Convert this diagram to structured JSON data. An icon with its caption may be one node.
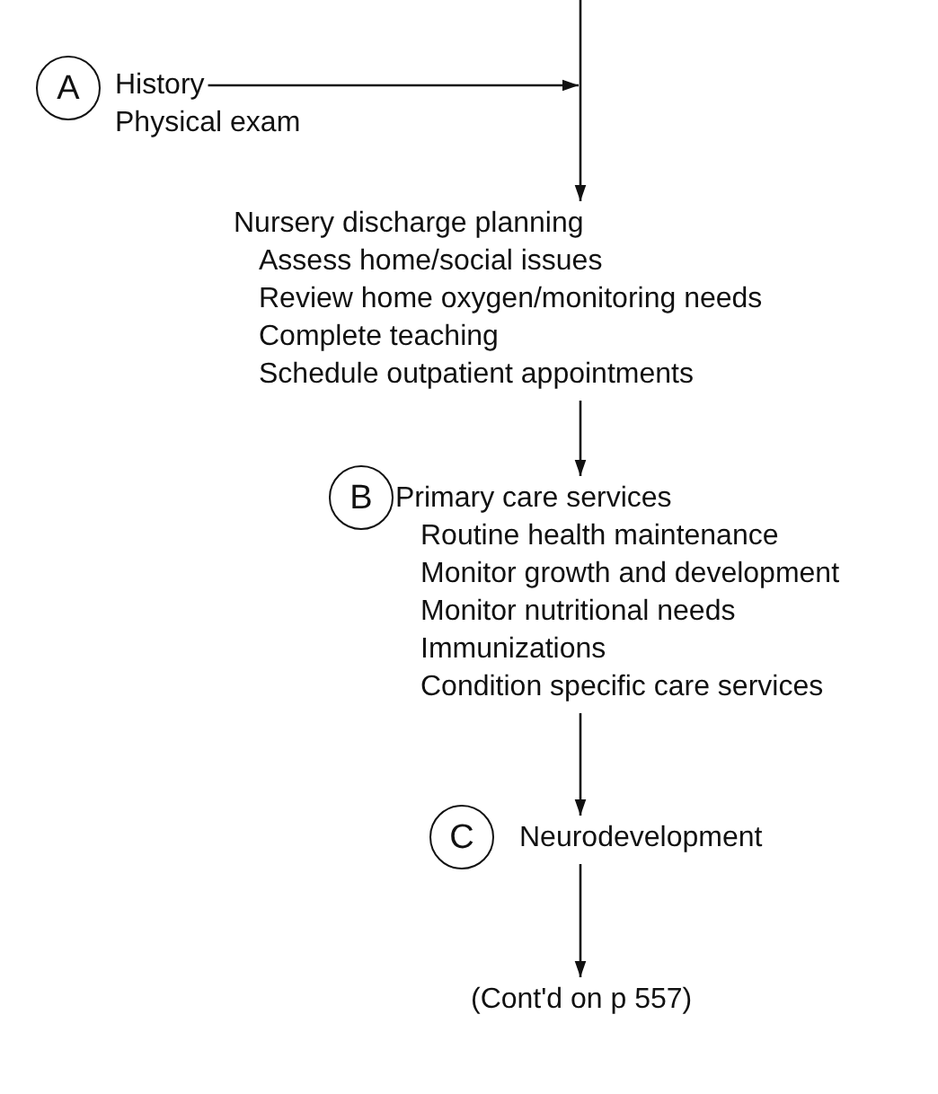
{
  "diagram": {
    "nodes": [
      {
        "text": [
          "A"
        ]
      },
      {
        "text": [
          "History",
          "Physical exam"
        ]
      },
      {
        "text": [
          "Nursery discharge planning",
          "Assess home/social issues",
          "Review home oxygen/monitoring needs",
          "Complete teaching",
          "Schedule outpatient appointments"
        ]
      },
      {
        "text": [
          "B"
        ]
      },
      {
        "text": [
          "Primary care services",
          "Routine health maintenance",
          "Monitor growth and development",
          "Monitor nutritional needs",
          "Immunizations",
          "Condition specific care services"
        ]
      },
      {
        "text": [
          "C"
        ]
      },
      {
        "text": [
          "Neurodevelopment"
        ]
      },
      {
        "text": [
          "(Cont'd on p 557)"
        ]
      }
    ],
    "edges": [
      {
        "from": null,
        "to": 2,
        "arrow": "to"
      },
      {
        "from": 1,
        "to": null,
        "arrow": "to"
      },
      {
        "from": 2,
        "to": 4,
        "arrow": "to"
      },
      {
        "from": 4,
        "to": 6,
        "arrow": "to"
      },
      {
        "from": 6,
        "to": 7,
        "arrow": "to"
      }
    ]
  }
}
